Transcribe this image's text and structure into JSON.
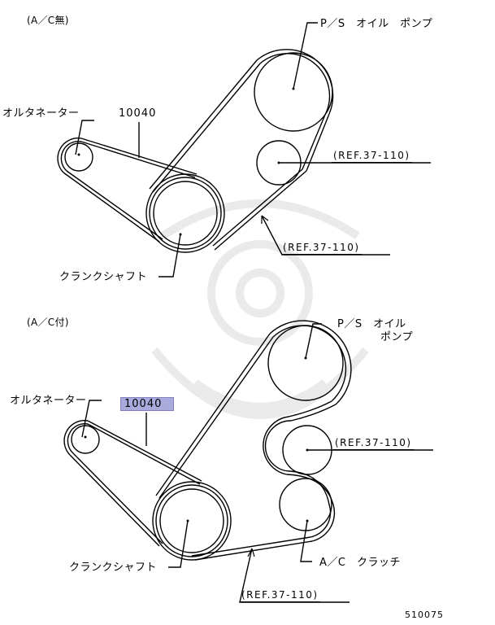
{
  "diagrams": [
    {
      "title": "(A／C無)",
      "belt_part_number": "10040",
      "belt_highlighted": false,
      "labels": {
        "alternator": "オルタネーター",
        "ps_pump": "P／S　オイル　ポンプ",
        "crankshaft": "クランクシャフト",
        "ref_idler": "(REF.37-110)",
        "ref_belt": "(REF.37-110)"
      }
    },
    {
      "title": "(A／C付)",
      "belt_part_number": "10040",
      "belt_highlighted": true,
      "labels": {
        "alternator": "オルタネーター",
        "ps_pump_line1": "P／S　オイル",
        "ps_pump_line2": "ポンプ",
        "crankshaft": "クランクシャフト",
        "ref_idler": "(REF.37-110)",
        "ac_clutch": "A／C　クラッチ",
        "ref_belt": "(REF.37-110)"
      }
    }
  ],
  "figure_id": "510075",
  "colors": {
    "highlight_fill": "#aaaadc",
    "highlight_border": "#8080c0",
    "line": "#000000"
  }
}
